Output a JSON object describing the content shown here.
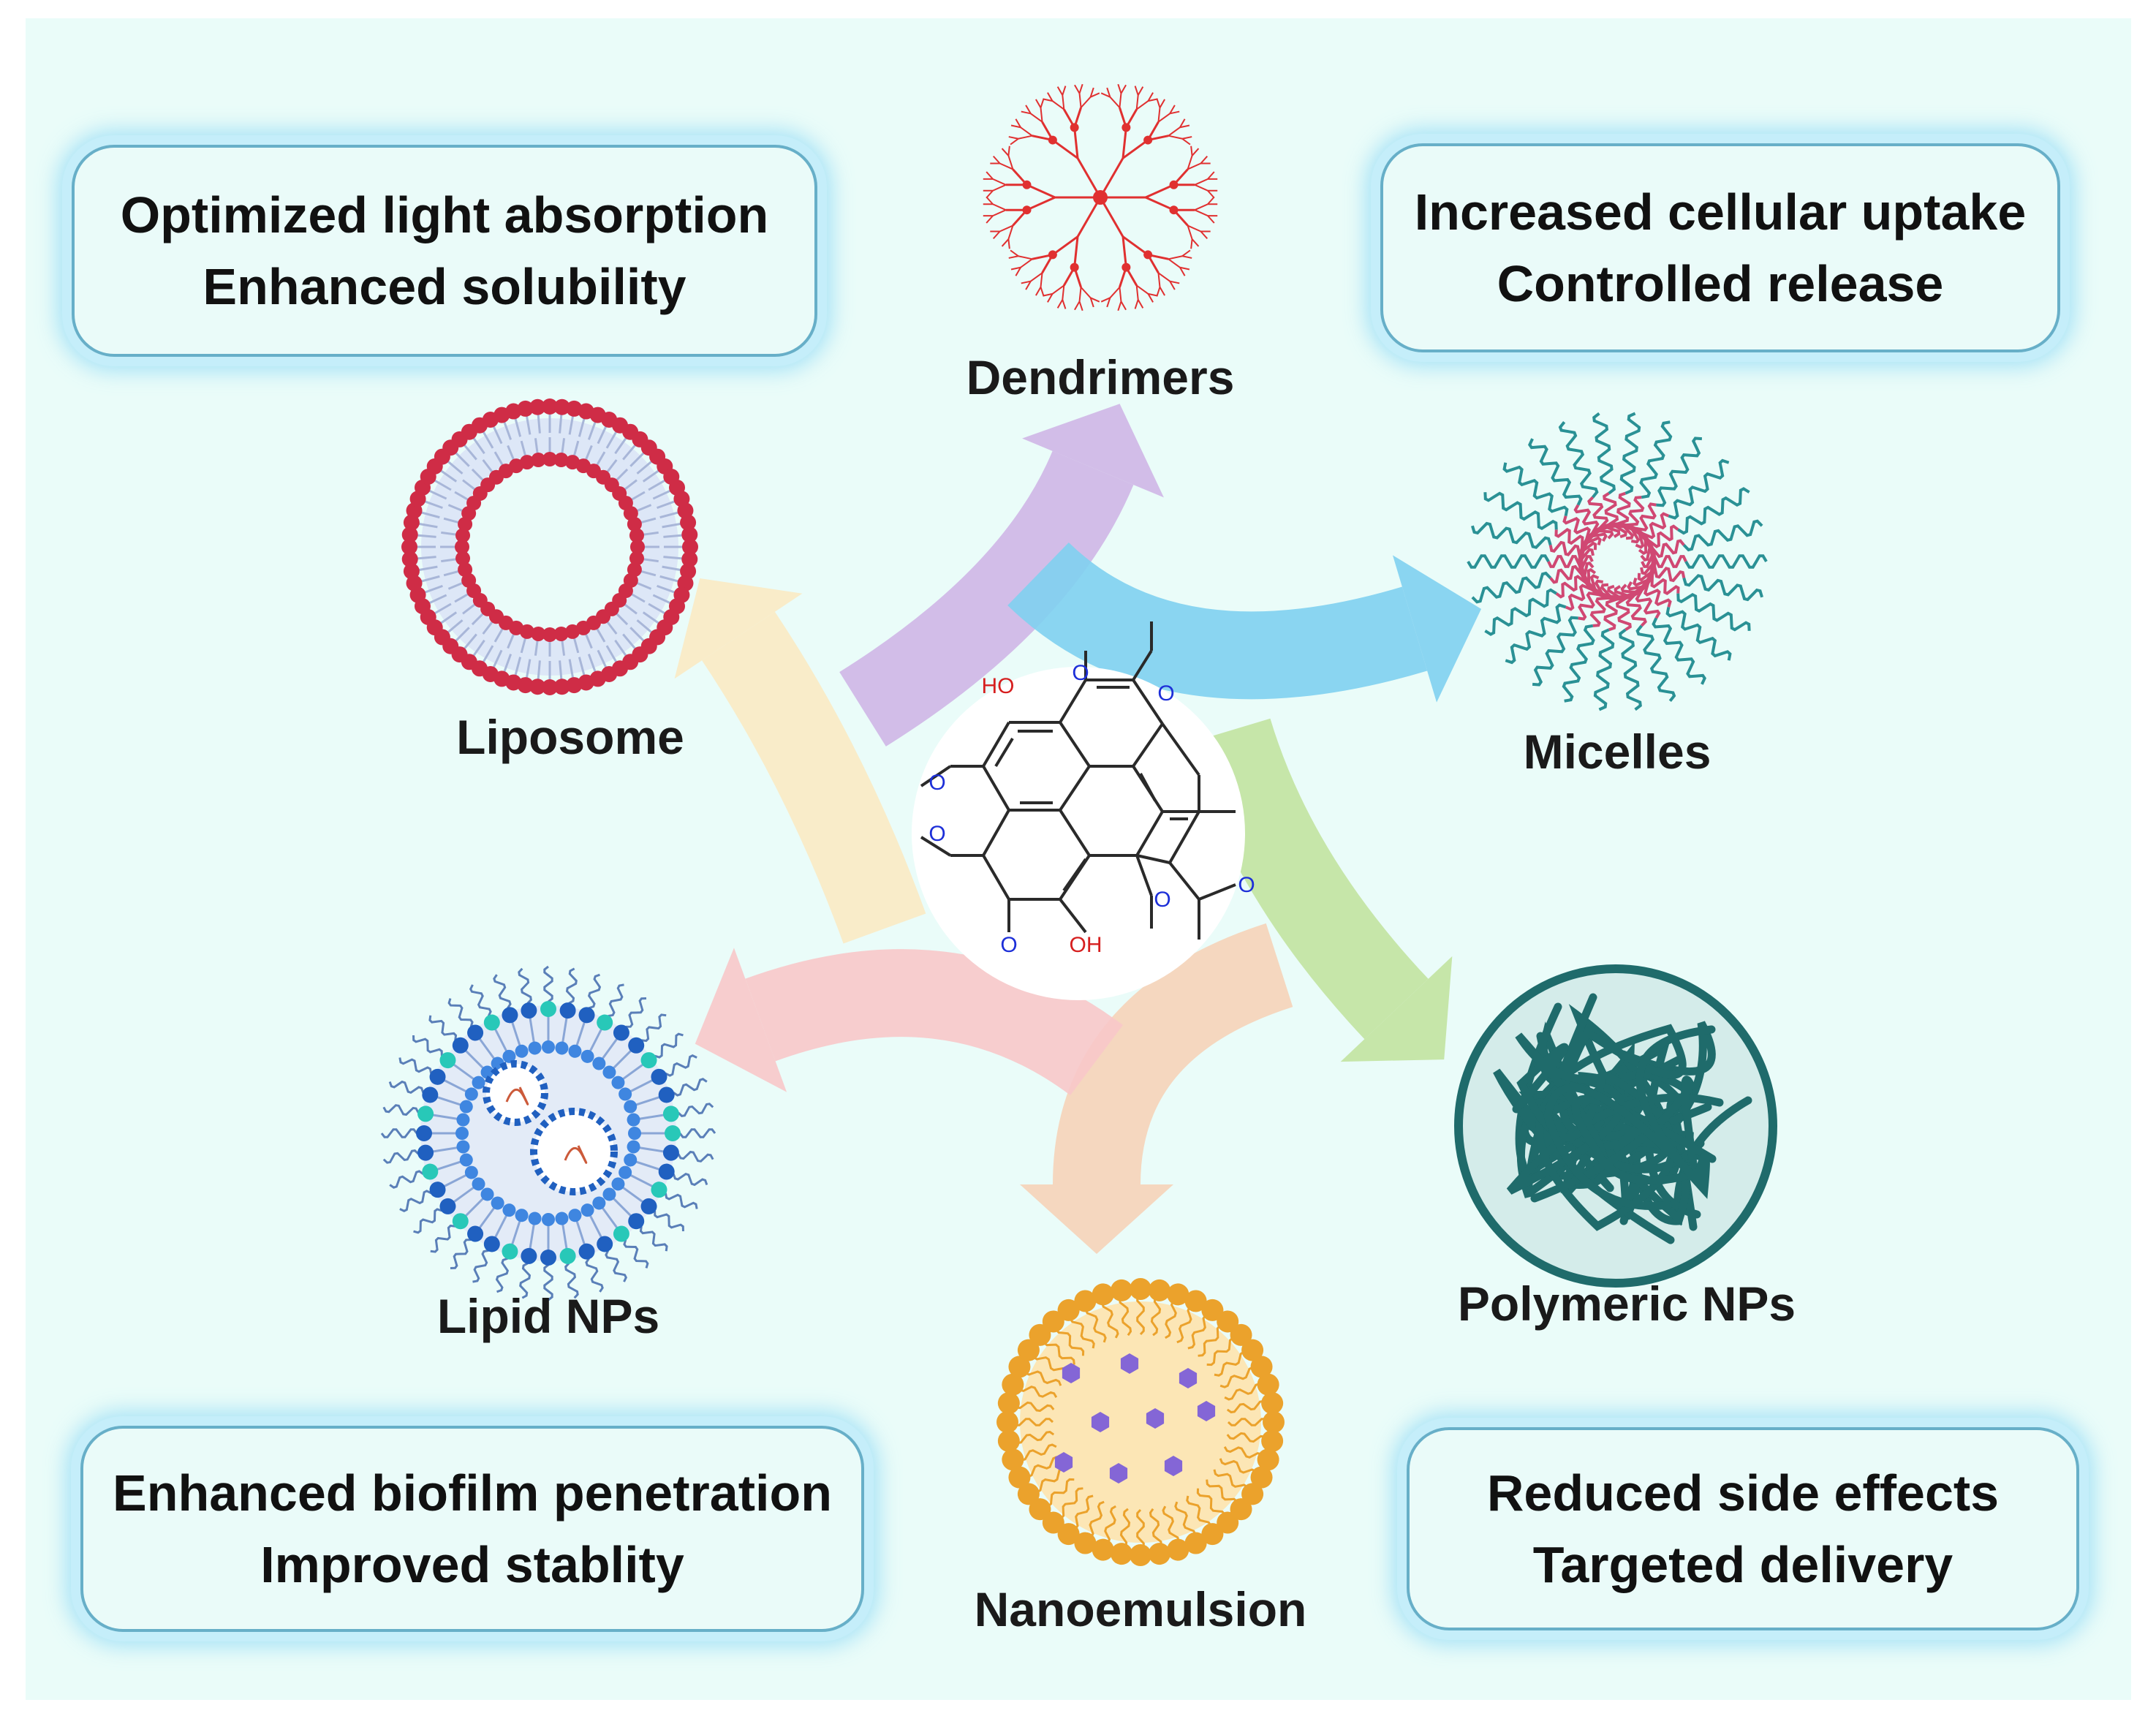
{
  "benefit_boxes": {
    "top_left": {
      "lines": [
        "Optimized light absorption",
        "Enhanced solubility"
      ]
    },
    "top_right": {
      "lines": [
        "Increased cellular uptake",
        "Controlled release"
      ]
    },
    "bottom_left": {
      "lines": [
        "Enhanced biofilm penetration",
        "Improved stablity"
      ]
    },
    "bottom_right": {
      "lines": [
        "Reduced side effects",
        "Targeted delivery"
      ]
    }
  },
  "carriers": {
    "dendrimers": "Dendrimers",
    "micelles": "Micelles",
    "polymeric_nps": "Polymeric NPs",
    "nanoemulsion": "Nanoemulsion",
    "lipid_nps": "Lipid NPs",
    "liposome": "Liposome"
  },
  "molecule": {
    "labels": {
      "oh_top": "HO",
      "oh_bottom": "OH"
    }
  },
  "colors": {
    "background": "#eafcf9",
    "arrow_dendrimers": "#cfb6e6",
    "arrow_micelles": "#7fd0f0",
    "arrow_polymeric": "#c2e3a0",
    "arrow_nanoemulsion": "#f6d3b8",
    "arrow_lipid": "#f8c8c9",
    "arrow_liposome": "#fbeac3",
    "liposome_head": "#cf2c46",
    "dendrimer": "#e03030",
    "micelle_core": "#d04873",
    "micelle_tail": "#2a9195",
    "polymer": "#1f6b6b",
    "nanoemulsion_head": "#eba22c",
    "nanoemulsion_core": "#fce6b5",
    "nanoemulsion_drug": "#8466d6",
    "lipid_head": "#2060c0",
    "lipid_accent": "#28c8b8",
    "oxygen": "#1d2fd8",
    "hydroxyl": "#d61f1f"
  }
}
